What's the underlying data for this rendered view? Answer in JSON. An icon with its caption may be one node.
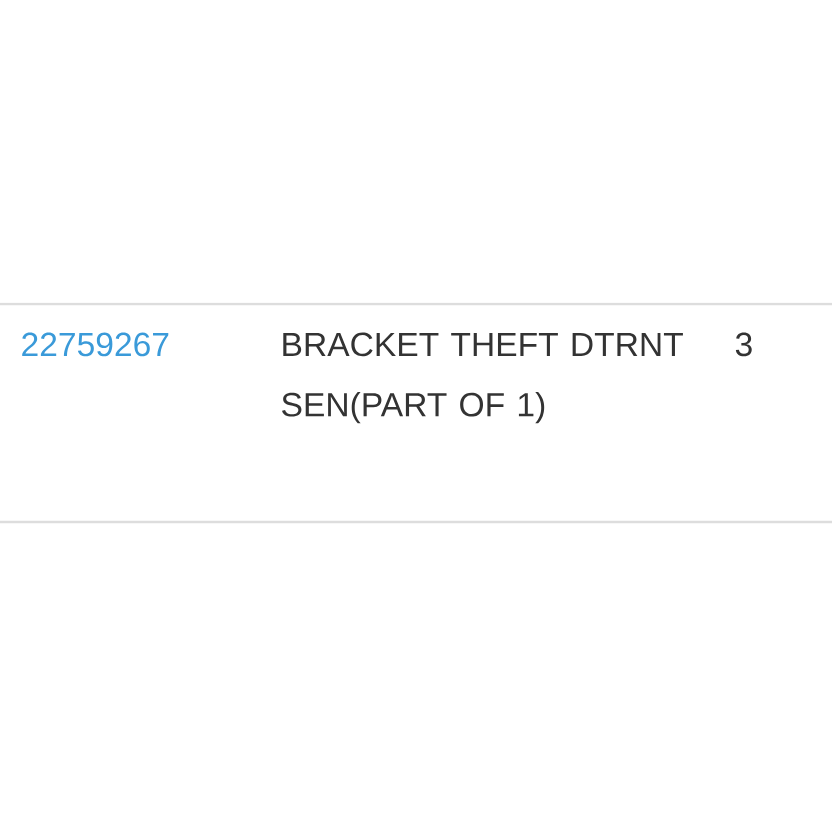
{
  "diagram": {
    "labels": [
      "22759267",
      "BRACKET THEFT DTRNT SEN(PART OF 1)",
      "3"
    ]
  }
}
